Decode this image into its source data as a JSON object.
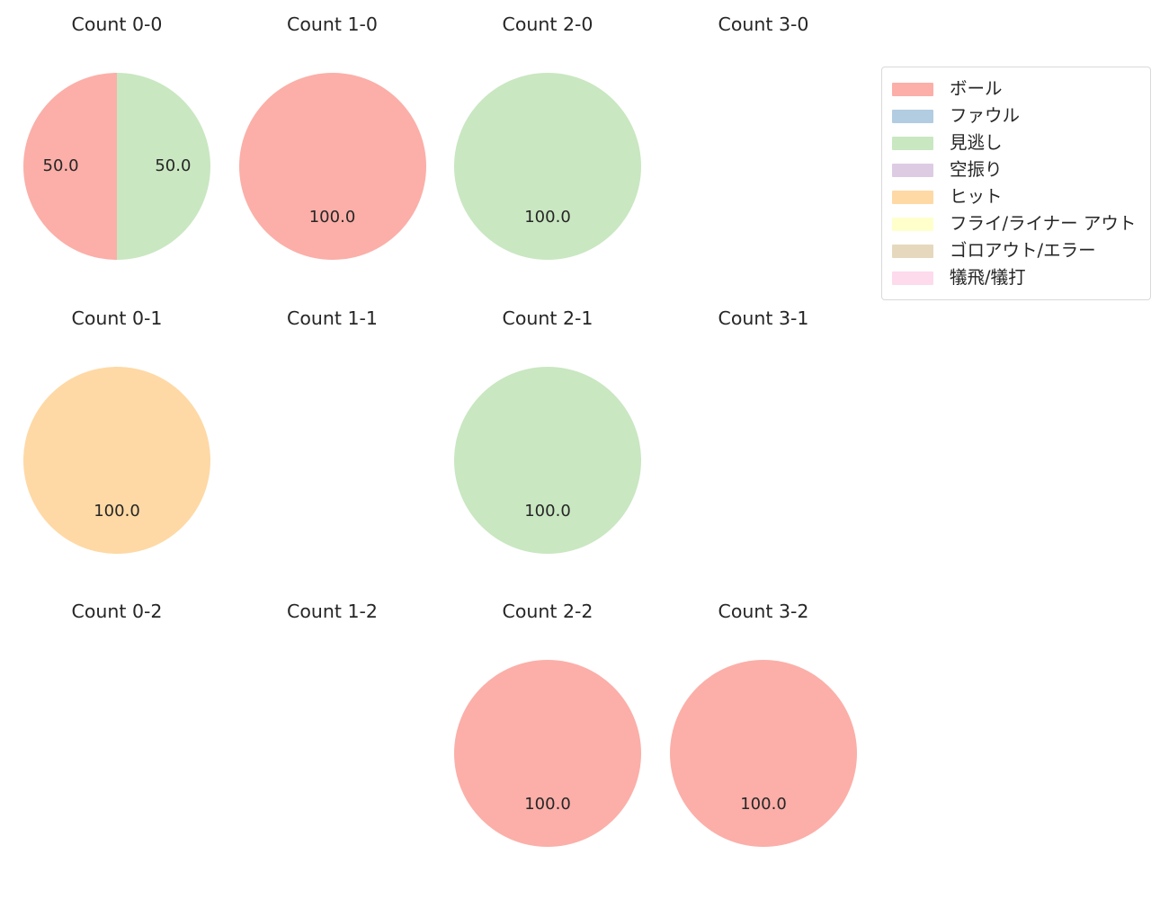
{
  "chart_data": {
    "type": "pie",
    "title": "",
    "subtitle": "",
    "xlabel": "",
    "ylabel": "",
    "grid": false,
    "legend_position": "top-right",
    "layout": {
      "columns": 4,
      "rows": 3
    },
    "category_colors": {
      "ボール": "#FBAFA8",
      "ファウル": "#B2CCE2",
      "見逃し": "#C9E7C1",
      "空振り": "#DDCBE4",
      "ヒット": "#FED9A5",
      "フライ/ライナー アウト": "#FFFFCC",
      "ゴロアウト/エラー": "#E5D8BD",
      "犠飛/犠打": "#FDDAEC"
    },
    "legend": {
      "entries": [
        {
          "label": "ボール",
          "color": "#FBAFA8"
        },
        {
          "label": "ファウル",
          "color": "#B2CCE2"
        },
        {
          "label": "見逃し",
          "color": "#C9E7C1"
        },
        {
          "label": "空振り",
          "color": "#DDCBE4"
        },
        {
          "label": "ヒット",
          "color": "#FED9A5"
        },
        {
          "label": "フライ/ライナー アウト",
          "color": "#FFFFCC"
        },
        {
          "label": "ゴロアウト/エラー",
          "color": "#E5D8BD"
        },
        {
          "label": "犠飛/犠打",
          "color": "#FDDAEC"
        }
      ]
    },
    "panels": [
      {
        "title": "Count 0-0",
        "empty": false,
        "slices": [
          {
            "category": "見逃し",
            "value": 50.0,
            "label": "50.0",
            "color": "#C9E7C1"
          },
          {
            "category": "ボール",
            "value": 50.0,
            "label": "50.0",
            "color": "#FBAFA8"
          }
        ]
      },
      {
        "title": "Count 1-0",
        "empty": false,
        "slices": [
          {
            "category": "ボール",
            "value": 100.0,
            "label": "100.0",
            "color": "#FBAFA8"
          }
        ]
      },
      {
        "title": "Count 2-0",
        "empty": false,
        "slices": [
          {
            "category": "見逃し",
            "value": 100.0,
            "label": "100.0",
            "color": "#C9E7C1"
          }
        ]
      },
      {
        "title": "Count 3-0",
        "empty": true,
        "slices": []
      },
      {
        "title": "Count 0-1",
        "empty": false,
        "slices": [
          {
            "category": "ヒット",
            "value": 100.0,
            "label": "100.0",
            "color": "#FED9A5"
          }
        ]
      },
      {
        "title": "Count 1-1",
        "empty": true,
        "slices": []
      },
      {
        "title": "Count 2-1",
        "empty": false,
        "slices": [
          {
            "category": "見逃し",
            "value": 100.0,
            "label": "100.0",
            "color": "#C9E7C1"
          }
        ]
      },
      {
        "title": "Count 3-1",
        "empty": true,
        "slices": []
      },
      {
        "title": "Count 0-2",
        "empty": true,
        "slices": []
      },
      {
        "title": "Count 1-2",
        "empty": true,
        "slices": []
      },
      {
        "title": "Count 2-2",
        "empty": false,
        "slices": [
          {
            "category": "ボール",
            "value": 100.0,
            "label": "100.0",
            "color": "#FBAFA8"
          }
        ]
      },
      {
        "title": "Count 3-2",
        "empty": false,
        "slices": [
          {
            "category": "ボール",
            "value": 100.0,
            "label": "100.0",
            "color": "#FBAFA8"
          }
        ]
      }
    ]
  }
}
